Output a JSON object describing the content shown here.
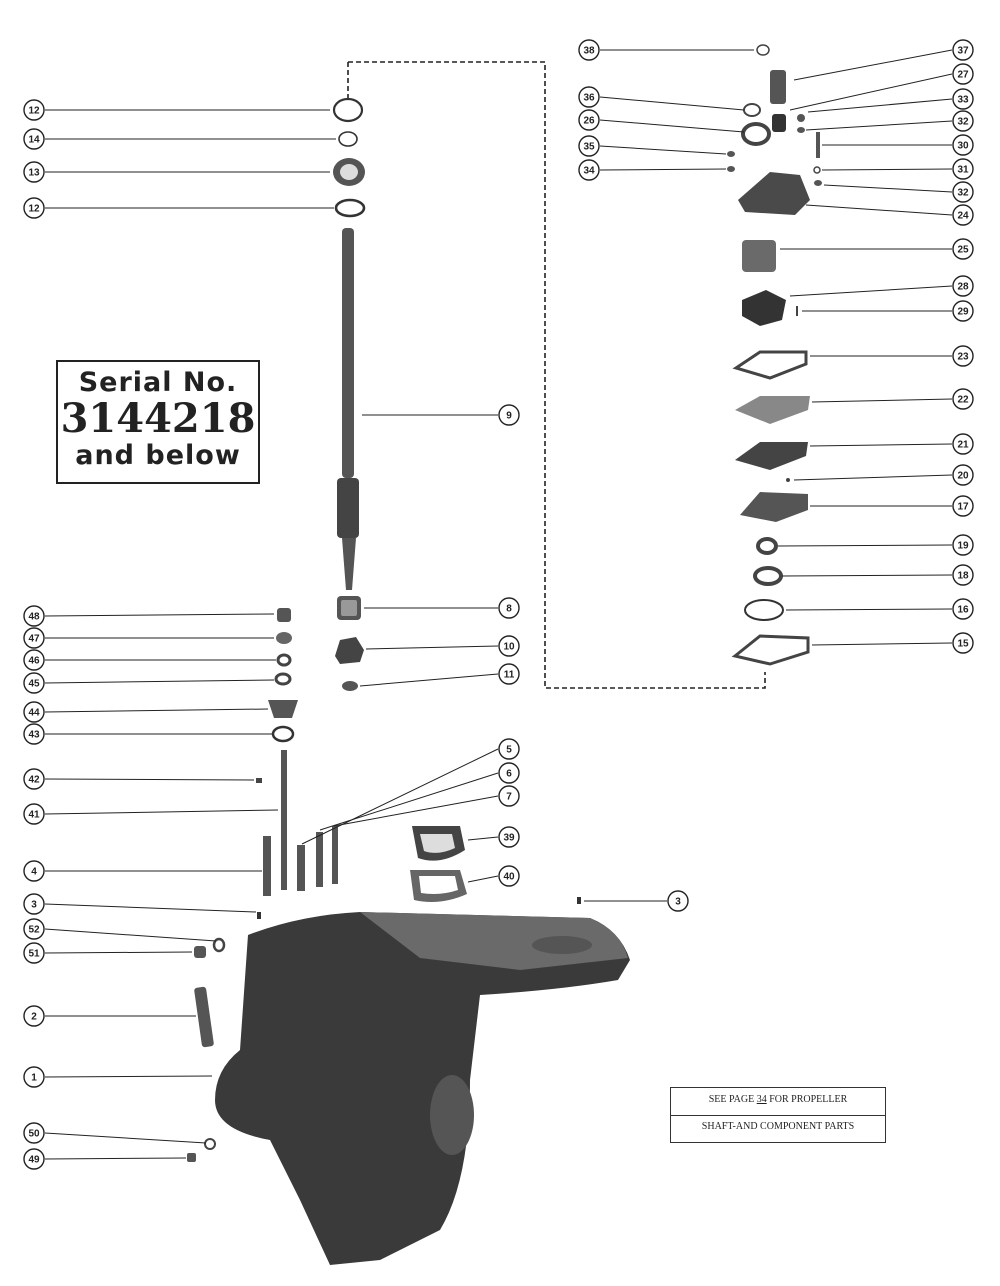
{
  "serial_box": {
    "line1": "Serial No.",
    "line2": "3144218",
    "line3": "and below"
  },
  "note": {
    "line1_a": "SEE PAGE ",
    "page": "34",
    "line1_b": " FOR PROPELLER",
    "line2": "SHAFT-AND COMPONENT PARTS"
  },
  "callouts": [
    "12",
    "14",
    "13",
    "12",
    "9",
    "8",
    "10",
    "11",
    "48",
    "47",
    "46",
    "45",
    "44",
    "43",
    "42",
    "41",
    "4",
    "3",
    "52",
    "51",
    "2",
    "1",
    "50",
    "49",
    "5",
    "6",
    "7",
    "39",
    "40",
    "3",
    "38",
    "37",
    "27",
    "36",
    "33",
    "26",
    "32",
    "35",
    "30",
    "34",
    "31",
    "32",
    "24",
    "25",
    "28",
    "29",
    "23",
    "22",
    "21",
    "20",
    "17",
    "19",
    "18",
    "16",
    "15"
  ],
  "colors": {
    "ink": "#222222",
    "part": "#4a4a4a",
    "housing": "#3a3a3a"
  }
}
